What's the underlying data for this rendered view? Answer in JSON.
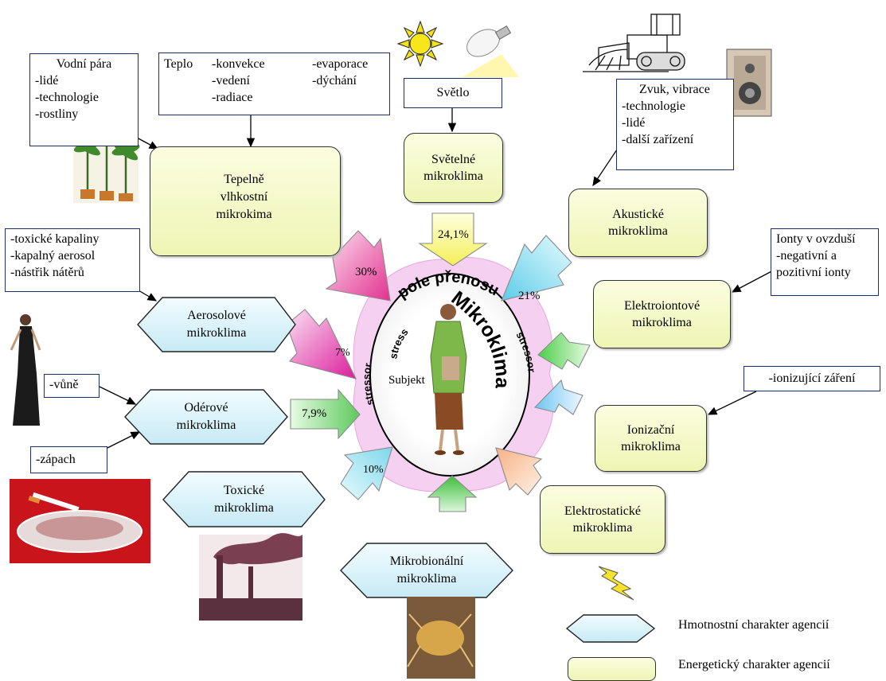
{
  "boxes": {
    "vodni_para": {
      "title": "Vodní pára",
      "items": [
        "-lidé",
        "-technologie",
        "-rostliny"
      ]
    },
    "teplo": {
      "title": "Teplo",
      "col1": [
        "-konvekce",
        "-vedení",
        "-radiace"
      ],
      "col2": [
        "-evaporace",
        "-dýchání"
      ]
    },
    "svetlo": "Světlo",
    "zvuk": {
      "title": "Zvuk, vibrace",
      "items": [
        "-technologie",
        "-lidé",
        "-další zařízení"
      ]
    },
    "toxicke": [
      "-toxické kapaliny",
      "-kapalný aerosol",
      "-nástřik nátěrů"
    ],
    "ionty": [
      "Ionty v ovzduší",
      "-negativní a",
      "pozitivní ionty"
    ],
    "vune": "-vůně",
    "ionizujici": "-ionizující záření",
    "zapach": "-zápach"
  },
  "microclimates": {
    "tepelne": [
      "Tepelně",
      "vlhkostní",
      "mikrokima"
    ],
    "svetelne": [
      "Světelné",
      "mikroklima"
    ],
    "akusticke": [
      "Akustické",
      "mikroklima"
    ],
    "aerosolove": [
      "Aerosolové",
      "mikroklima"
    ],
    "elektroiontove": [
      "Elektroiontové",
      "mikroklima"
    ],
    "oderove": [
      "Odérové",
      "mikroklima"
    ],
    "ionizacni": [
      "Ionizační",
      "mikroklima"
    ],
    "toxicke": [
      "Toxické",
      "mikroklima"
    ],
    "elektrostaticke": [
      "Elektrostatické",
      "mikroklima"
    ],
    "mikrobionalni": [
      "Mikrobionální",
      "mikroklima"
    ]
  },
  "center": {
    "pole_prenosu": "pole přenosu",
    "mikroklima": "Mikroklima",
    "stressor_left": "stressor",
    "stressor_right": "stressor",
    "stress": "stress",
    "subjekt": "Subjekt"
  },
  "percentages": {
    "svetelne": "24,1%",
    "tepelne": "30%",
    "akusticke": "21%",
    "aerosolove": "7%",
    "oderove": "7,9%",
    "toxicke": "10%"
  },
  "legend": {
    "hex": "Hmotnostní charakter agencií",
    "rect": "Energetický charakter agencií"
  },
  "colors": {
    "hex_fill": "#def3f8",
    "rect_fill": "#f3f8c4",
    "field_fill": "#f8d0f2",
    "box_border": "#1a2f6b"
  },
  "icons": [
    "sun-icon",
    "light-bulb-icon",
    "bulldozer-icon",
    "loudspeaker-icon",
    "palm-plants-icon",
    "woman-figure-icon",
    "ashtray-icon",
    "factory-smoke-icon",
    "mite-icon",
    "lightning-icon"
  ]
}
